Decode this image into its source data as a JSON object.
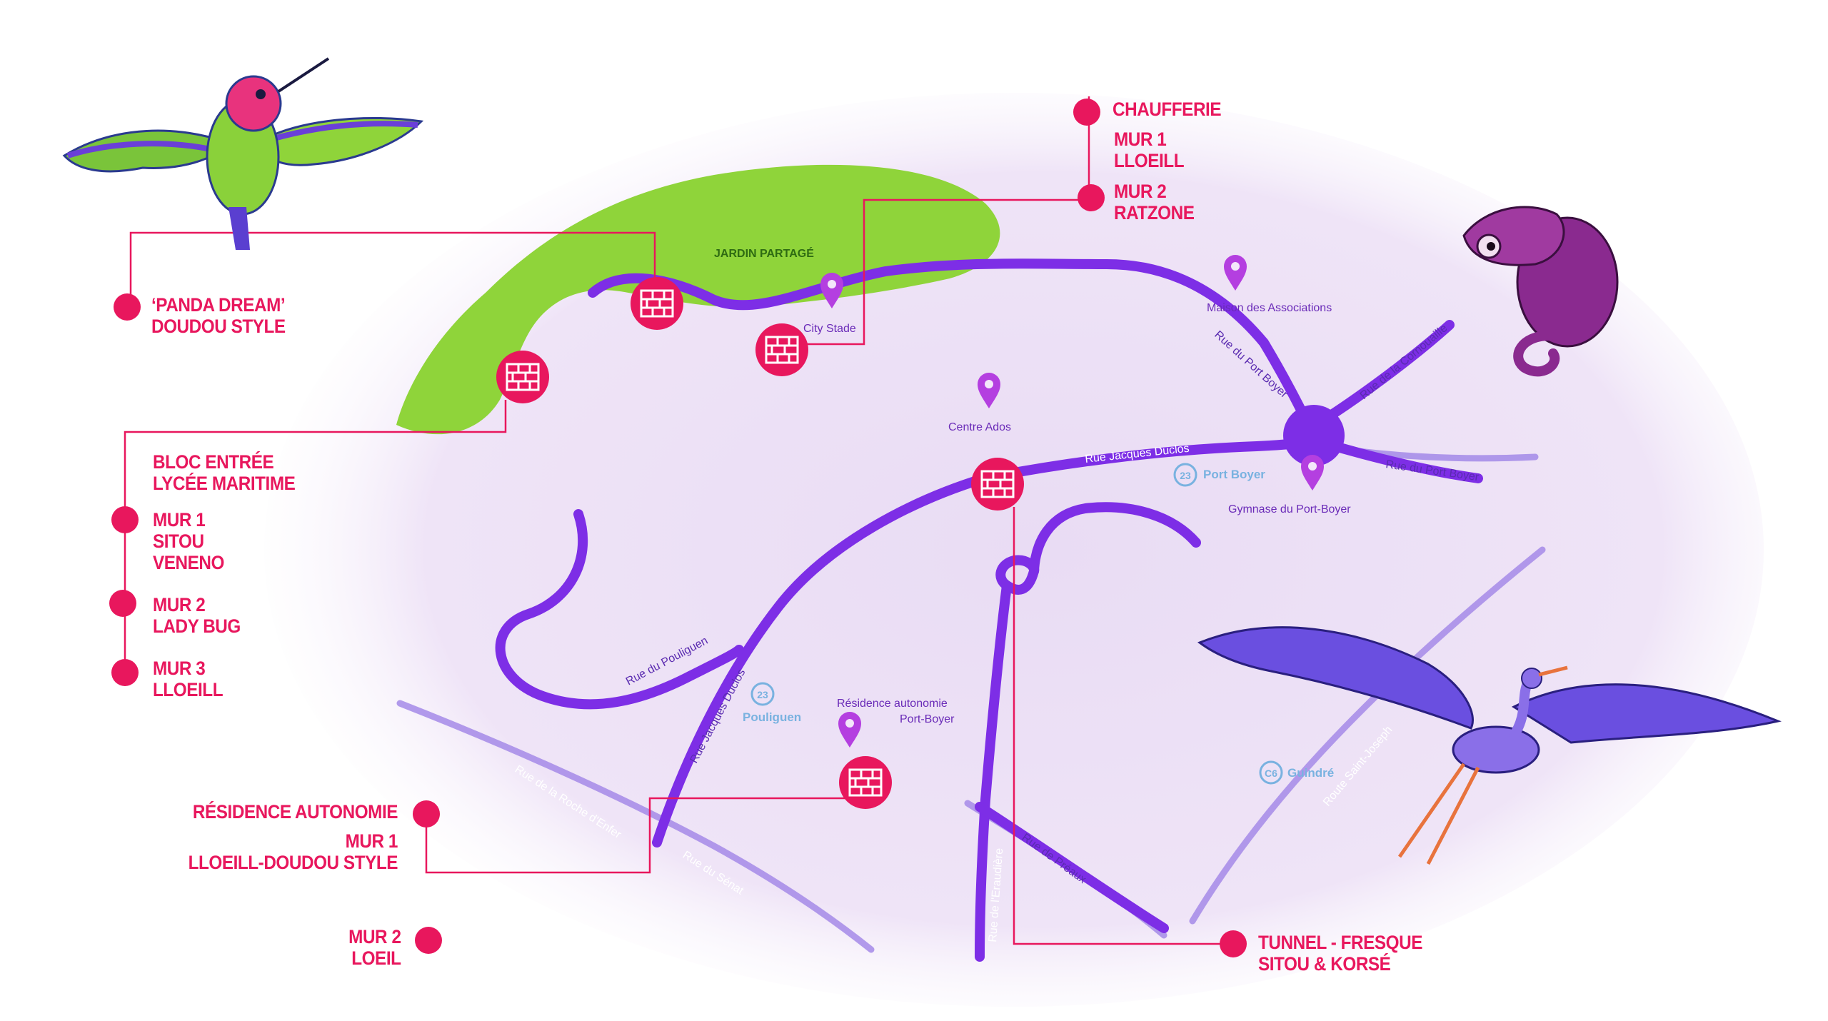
{
  "map": {
    "place_labels": {
      "jardin_partage": "JARDIN PARTAGÉ",
      "city_stade": "City Stade",
      "maison_associations": "Maison des Associations",
      "centre_ados": "Centre Ados",
      "gymnase": "Gymnase du Port-Boyer",
      "residence_line1": "Résidence autonomie",
      "residence_line2": "Port-Boyer"
    },
    "street_labels": {
      "rue_port_boyer_1": "Rue du Port Boyer",
      "rue_cornouaille": "Rue de la Cornouaille",
      "rue_port_boyer_2": "Rue du Port Boyer",
      "rue_jacques_duclos_1": "Rue Jacques Duclos",
      "rue_jacques_duclos_2": "Rue Jacques Duclos",
      "rue_pouliguen": "Rue du Pouliguen",
      "rue_roche_enfer": "Rue de la Roche d'Enfer",
      "rue_senat": "Rue du Sénat",
      "rue_eraudiere": "Rue de l'Eraudière",
      "rue_preaux": "Rue de Préaux",
      "route_saint_joseph": "Route Saint-Joseph"
    },
    "transit_stops": [
      {
        "line": "23",
        "name": "Port Boyer"
      },
      {
        "line": "23",
        "name": "Pouliguen"
      },
      {
        "line": "C6",
        "name": "Guindré"
      }
    ],
    "colors": {
      "road": "#7d2ee6",
      "minor_road": "#a48ae8",
      "garden": "#8fd43a",
      "accent": "#e8175d",
      "pin": "#b43fe0",
      "transit": "#79b2e0",
      "area": "#efe3f6"
    },
    "icons": {
      "wall_marker": "brick-wall-icon",
      "place_pin": "location-pin-icon"
    }
  },
  "callouts": {
    "panda_dream": "‘PANDA DREAM’\nDOUDOU STYLE",
    "bloc_entree": "BLOC ENTRÉE\nLYCÉE MARITIME",
    "mur1_sitou": "MUR 1\nSITOU\nVENENO",
    "mur2_ladybug": "MUR 2\nLADY BUG",
    "mur3_lloeill": "MUR 3\nLLOEILL",
    "chaufferie": "CHAUFFERIE",
    "chaufferie_mur1": "MUR 1\nLLOEILL",
    "chaufferie_mur2": "MUR 2\nRATZONE",
    "residence": "RÉSIDENCE AUTONOMIE",
    "residence_mur1": "MUR 1\nLLOEILL-DOUDOU STYLE",
    "residence_mur2": "MUR 2\nLOEIL",
    "tunnel": "TUNNEL - FRESQUE\nSITOU & KORSÉ"
  },
  "illustrations": [
    "hummingbird",
    "chameleon",
    "heron"
  ]
}
